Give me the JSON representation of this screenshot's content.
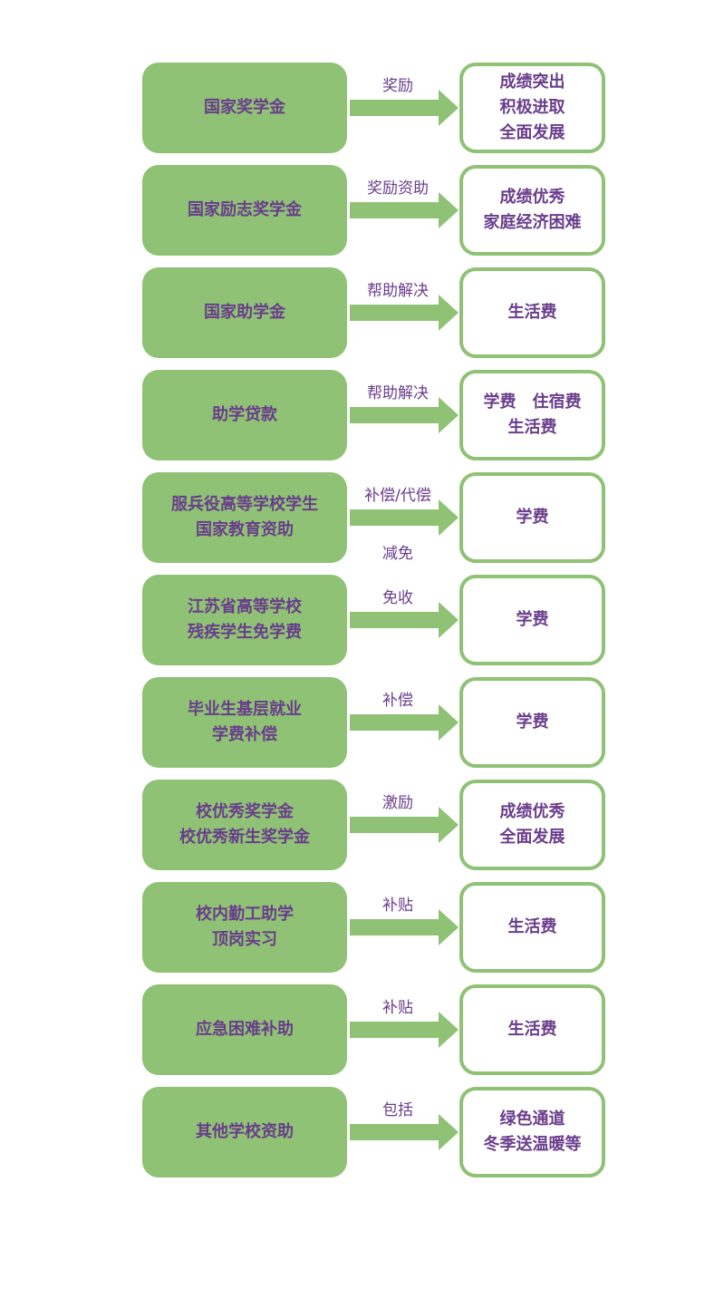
{
  "colors": {
    "box_fill": "#8fc274",
    "box_border": "#8fc274",
    "text": "#6a3d8c",
    "background": "#ffffff"
  },
  "rows": [
    {
      "program": [
        "国家奖学金"
      ],
      "relation": "奖励",
      "relation_extra": "",
      "target": [
        "成绩突出",
        "积极进取",
        "全面发展"
      ]
    },
    {
      "program": [
        "国家励志奖学金"
      ],
      "relation": "奖励资助",
      "relation_extra": "",
      "target": [
        "成绩优秀",
        "家庭经济困难"
      ]
    },
    {
      "program": [
        "国家助学金"
      ],
      "relation": "帮助解决",
      "relation_extra": "",
      "target": [
        "生活费"
      ]
    },
    {
      "program": [
        "助学贷款"
      ],
      "relation": "帮助解决",
      "relation_extra": "",
      "target": [
        "学费　住宿费",
        "生活费"
      ]
    },
    {
      "program": [
        "服兵役高等学校学生",
        "国家教育资助"
      ],
      "relation": "补偿/代偿",
      "relation_extra": "减免",
      "target": [
        "学费"
      ]
    },
    {
      "program": [
        "江苏省高等学校",
        "残疾学生免学费"
      ],
      "relation": "免收",
      "relation_extra": "",
      "target": [
        "学费"
      ]
    },
    {
      "program": [
        "毕业生基层就业",
        "学费补偿"
      ],
      "relation": "补偿",
      "relation_extra": "",
      "target": [
        "学费"
      ]
    },
    {
      "program": [
        "校优秀奖学金",
        "校优秀新生奖学金"
      ],
      "relation": "激励",
      "relation_extra": "",
      "target": [
        "成绩优秀",
        "全面发展"
      ]
    },
    {
      "program": [
        "校内勤工助学",
        "顶岗实习"
      ],
      "relation": "补贴",
      "relation_extra": "",
      "target": [
        "生活费"
      ]
    },
    {
      "program": [
        "应急困难补助"
      ],
      "relation": "补贴",
      "relation_extra": "",
      "target": [
        "生活费"
      ]
    },
    {
      "program": [
        "其他学校资助"
      ],
      "relation": "包括",
      "relation_extra": "",
      "target": [
        "绿色通道",
        "冬季送温暖等"
      ]
    }
  ]
}
